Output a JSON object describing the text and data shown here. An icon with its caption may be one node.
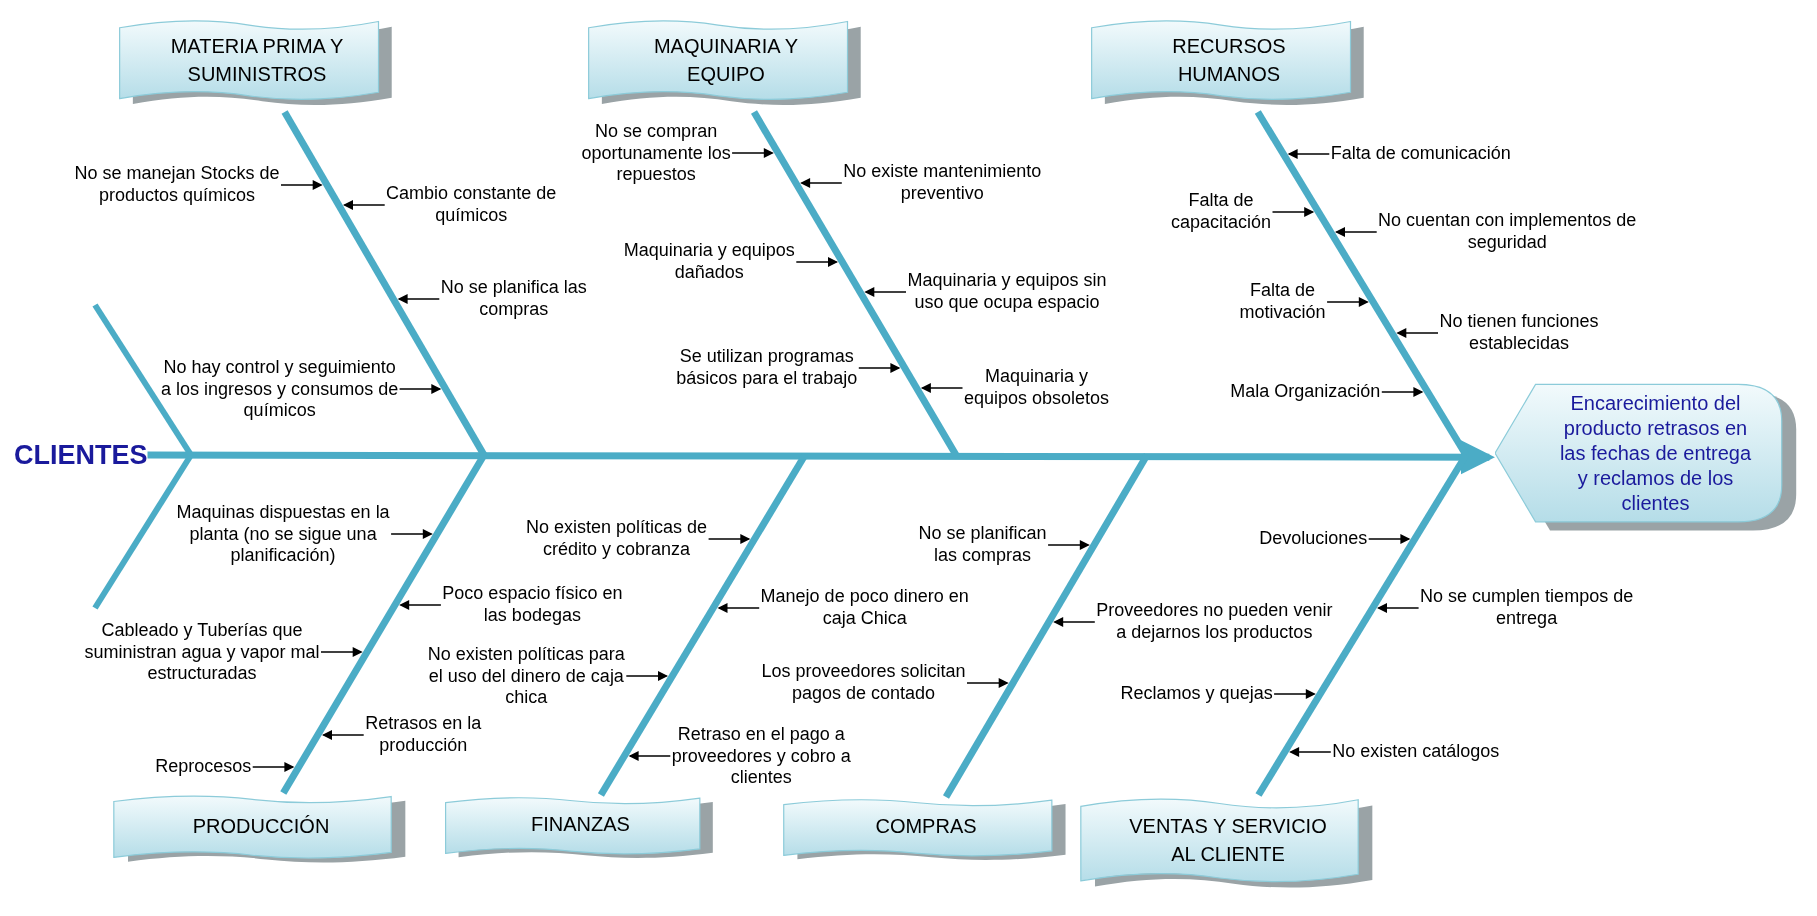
{
  "diagram": {
    "nodes": [
      {
        "text": [
          "CLIENTES"
        ]
      },
      {
        "text": [
          "Encarecimiento del producto retrasos en las fechas de entrega y reclamos de los clientes"
        ]
      },
      {
        "text": [
          "MATERIA PRIMA Y SUMINISTROS"
        ]
      },
      {
        "text": [
          "No se manejan Stocks de productos químicos"
        ]
      },
      {
        "text": [
          "Cambio constante de químicos"
        ]
      },
      {
        "text": [
          "No se planifica las compras"
        ]
      },
      {
        "text": [
          "No hay control y seguimiento a los ingresos y consumos de químicos"
        ]
      },
      {
        "text": [
          "MAQUINARIA Y EQUIPO"
        ]
      },
      {
        "text": [
          "No se compran oportunamente los repuestos"
        ]
      },
      {
        "text": [
          "No existe mantenimiento preventivo"
        ]
      },
      {
        "text": [
          "Maquinaria y equipos dañados"
        ]
      },
      {
        "text": [
          "Maquinaria y equipos sin uso que ocupa espacio"
        ]
      },
      {
        "text": [
          "Se utilizan programas básicos para el trabajo"
        ]
      },
      {
        "text": [
          "Maquinaria y equipos obsoletos"
        ]
      },
      {
        "text": [
          "RECURSOS HUMANOS"
        ]
      },
      {
        "text": [
          "Falta de comunicación"
        ]
      },
      {
        "text": [
          "Falta de capacitación"
        ]
      },
      {
        "text": [
          "No cuentan con implementos de seguridad"
        ]
      },
      {
        "text": [
          "Falta de motivación"
        ]
      },
      {
        "text": [
          "No tienen funciones establecidas"
        ]
      },
      {
        "text": [
          "Mala Organización"
        ]
      },
      {
        "text": [
          "PRODUCCIÓN"
        ]
      },
      {
        "text": [
          "Maquinas dispuestas en la planta (no se sigue una planificación)"
        ]
      },
      {
        "text": [
          "Poco espacio físico en las bodegas"
        ]
      },
      {
        "text": [
          "Cableado y Tuberías que suministran agua y vapor mal estructuradas"
        ]
      },
      {
        "text": [
          "Retrasos en la producción"
        ]
      },
      {
        "text": [
          "Reprocesos"
        ]
      },
      {
        "text": [
          "FINANZAS"
        ]
      },
      {
        "text": [
          "No existen políticas de crédito y cobranza"
        ]
      },
      {
        "text": [
          "Manejo de poco dinero en caja Chica"
        ]
      },
      {
        "text": [
          "No existen políticas para el uso del dinero de caja chica"
        ]
      },
      {
        "text": [
          "Retraso en el pago a proveedores y cobro a clientes"
        ]
      },
      {
        "text": [
          "COMPRAS"
        ]
      },
      {
        "text": [
          "No se planifican las compras"
        ]
      },
      {
        "text": [
          "Proveedores no pueden venir a dejarnos los productos"
        ]
      },
      {
        "text": [
          "Los proveedores solicitan pagos de contado"
        ]
      },
      {
        "text": [
          "VENTAS Y SERVICIO AL CLIENTE"
        ]
      },
      {
        "text": [
          "Devoluciones"
        ]
      },
      {
        "text": [
          "No se cumplen tiempos de entrega"
        ]
      },
      {
        "text": [
          "Reclamos y quejas"
        ]
      },
      {
        "text": [
          "No existen catálogos"
        ]
      }
    ],
    "edges": [
      {
        "from": 0,
        "to": 1,
        "arrow": "to",
        "style": "thick",
        "color": "#4bacc6"
      },
      {
        "from": 2,
        "to": null,
        "arrow": "none",
        "style": "thick",
        "color": "#4bacc6"
      },
      {
        "from": 3,
        "to": null,
        "arrow": "to"
      },
      {
        "from": 4,
        "to": null,
        "arrow": "to"
      },
      {
        "from": 5,
        "to": null,
        "arrow": "to"
      },
      {
        "from": 6,
        "to": null,
        "arrow": "to"
      },
      {
        "from": 7,
        "to": null,
        "arrow": "none",
        "style": "thick",
        "color": "#4bacc6"
      },
      {
        "from": 8,
        "to": null,
        "arrow": "to"
      },
      {
        "from": 9,
        "to": null,
        "arrow": "to"
      },
      {
        "from": 10,
        "to": null,
        "arrow": "to"
      },
      {
        "from": 11,
        "to": null,
        "arrow": "to"
      },
      {
        "from": 12,
        "to": null,
        "arrow": "to"
      },
      {
        "from": 13,
        "to": null,
        "arrow": "to"
      },
      {
        "from": 14,
        "to": null,
        "arrow": "none",
        "style": "thick",
        "color": "#4bacc6"
      },
      {
        "from": 15,
        "to": null,
        "arrow": "to"
      },
      {
        "from": 16,
        "to": null,
        "arrow": "to"
      },
      {
        "from": 17,
        "to": null,
        "arrow": "to"
      },
      {
        "from": 18,
        "to": null,
        "arrow": "to"
      },
      {
        "from": 19,
        "to": null,
        "arrow": "to"
      },
      {
        "from": 20,
        "to": null,
        "arrow": "to"
      },
      {
        "from": 21,
        "to": null,
        "arrow": "none",
        "style": "thick",
        "color": "#4bacc6"
      },
      {
        "from": 22,
        "to": null,
        "arrow": "to"
      },
      {
        "from": 23,
        "to": null,
        "arrow": "to"
      },
      {
        "from": 24,
        "to": null,
        "arrow": "to"
      },
      {
        "from": 25,
        "to": null,
        "arrow": "to"
      },
      {
        "from": 26,
        "to": null,
        "arrow": "to"
      },
      {
        "from": 27,
        "to": null,
        "arrow": "none",
        "style": "thick",
        "color": "#4bacc6"
      },
      {
        "from": 28,
        "to": null,
        "arrow": "to"
      },
      {
        "from": 29,
        "to": null,
        "arrow": "to"
      },
      {
        "from": 30,
        "to": null,
        "arrow": "to"
      },
      {
        "from": 31,
        "to": null,
        "arrow": "to"
      },
      {
        "from": 32,
        "to": null,
        "arrow": "none",
        "style": "thick",
        "color": "#4bacc6"
      },
      {
        "from": 33,
        "to": null,
        "arrow": "to"
      },
      {
        "from": 34,
        "to": null,
        "arrow": "to"
      },
      {
        "from": 35,
        "to": null,
        "arrow": "to"
      },
      {
        "from": 36,
        "to": null,
        "arrow": "none",
        "style": "thick",
        "color": "#4bacc6"
      },
      {
        "from": 37,
        "to": null,
        "arrow": "to"
      },
      {
        "from": 38,
        "to": null,
        "arrow": "to"
      },
      {
        "from": 39,
        "to": null,
        "arrow": "to"
      },
      {
        "from": 40,
        "to": null,
        "arrow": "to"
      }
    ]
  }
}
